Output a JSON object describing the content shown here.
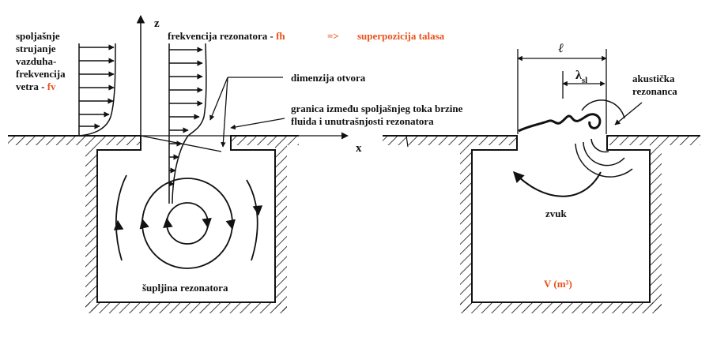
{
  "colors": {
    "ink": "#111111",
    "accent": "#e8521c",
    "background": "#ffffff"
  },
  "left": {
    "axis_z": "z",
    "axis_x": "x",
    "wind_label_lines": [
      "spoljašnje",
      "strujanje",
      "vazduha-",
      "frekvencija"
    ],
    "wind_label_last": "vetra - ",
    "wind_symbol": "fv",
    "resonator_freq_label": "frekvencija rezonatora - ",
    "resonator_freq_symbol": "fh",
    "arrow_text": "=>",
    "superposition": "superpozicija talasa",
    "opening_dim": "dimenzija otvora",
    "boundary_line1": "granica između spoljašnjeg toka brzine",
    "boundary_line2": "fluida i unutrašnjosti rezonatora",
    "cavity_label": "šupljina rezonatora"
  },
  "right": {
    "length_symbol": "ℓ",
    "lambda_symbol": "λ",
    "lambda_subscript": "sl",
    "acoustic_line1": "akustička",
    "acoustic_line2": "rezonanca",
    "sound_label": "zvuk",
    "volume_label": "V (m³)"
  }
}
